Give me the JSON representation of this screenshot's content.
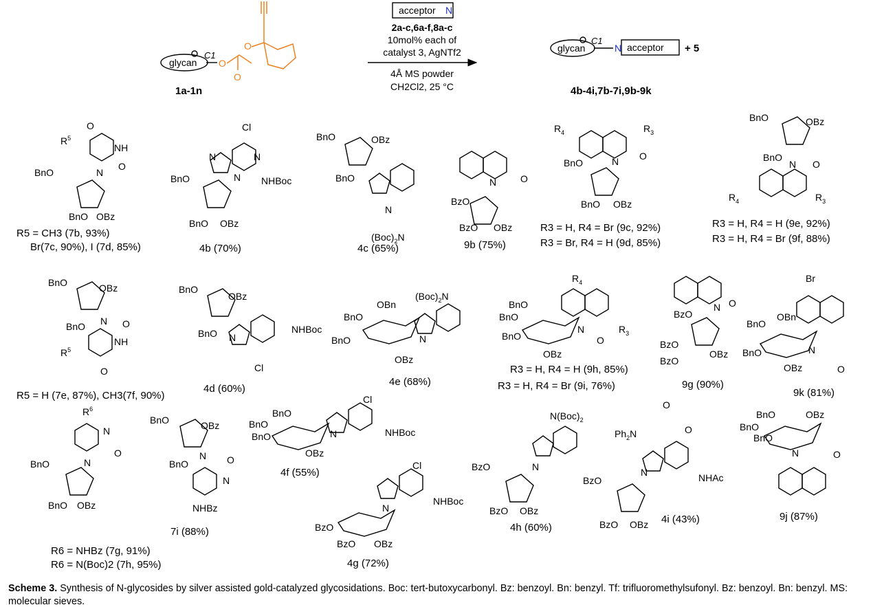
{
  "reaction": {
    "acceptor_box": "acceptor",
    "acceptor_n": "N",
    "reagent_refs": "2a-c,6a-f,8a-c",
    "reagent_line2": "10mol% each of",
    "reagent_line3": "catalyst 3, AgNTf2",
    "conditions_line1": "4Å MS powder",
    "conditions_line2": "CH2Cl2, 25 °C",
    "donor_glycan": "glycan",
    "donor_c1": "C1",
    "donor_label": "1a-1n",
    "product_glycan": "glycan",
    "product_c1": "C1",
    "product_n": "N",
    "product_acceptor": "acceptor",
    "byproduct": "+ 5",
    "product_label": "4b-4i,7b-7i,9b-9k"
  },
  "compounds": [
    {
      "id": "7b",
      "line1": "R5 = CH3 (7b, 93%)",
      "line2": "Br(7c, 90%), I (7d, 85%)"
    },
    {
      "id": "4b",
      "line1": "4b (70%)"
    },
    {
      "id": "4c",
      "line1": "4c (65%)"
    },
    {
      "id": "9b",
      "line1": "9b (75%)"
    },
    {
      "id": "9c",
      "line1": "R3 = H, R4 = Br (9c, 92%)",
      "line2": "R3 = Br, R4 = H (9d, 85%)"
    },
    {
      "id": "9e",
      "line1": "R3 = H, R4 = H (9e, 92%)",
      "line2": "R3 = H, R4 = Br (9f, 88%)"
    },
    {
      "id": "7e",
      "line1": "R5 = H (7e, 87%), CH3(7f, 90%)"
    },
    {
      "id": "4d",
      "line1": "4d (60%)"
    },
    {
      "id": "4e",
      "line1": "4e (68%)"
    },
    {
      "id": "9h",
      "line1": "R3 = H, R4 = H (9h, 85%)",
      "line2": "R3 = H, R4 = Br (9i, 76%)"
    },
    {
      "id": "9g",
      "line1": "9g (90%)"
    },
    {
      "id": "9k",
      "line1": "9k (81%)"
    },
    {
      "id": "7g",
      "line1": "R6 = NHBz (7g, 91%)",
      "line2": "R6 = N(Boc)2 (7h, 95%)"
    },
    {
      "id": "7i",
      "line1": "7i (88%)"
    },
    {
      "id": "4f",
      "line1": "4f (55%)"
    },
    {
      "id": "4g",
      "line1": "4g (72%)"
    },
    {
      "id": "4h",
      "line1": "4h (60%)"
    },
    {
      "id": "4i",
      "line1": "4i (43%)"
    },
    {
      "id": "9j",
      "line1": "9j (87%)"
    }
  ],
  "caption": {
    "label": "Scheme 3.",
    "text": "Synthesis of N-glycosides by silver assisted gold-catalyzed glycosidations. Boc: tert-butoxycarbonyl. Bz: benzoyl. Bn: benzyl. Tf: trifluoromethylsufonyl. Bz: benzoyl. Bn: benzyl. MS: molecular sieves."
  },
  "colors": {
    "donor_group": "#f0811f",
    "acceptor_n": "#1a2ee0",
    "text": "#000000"
  }
}
